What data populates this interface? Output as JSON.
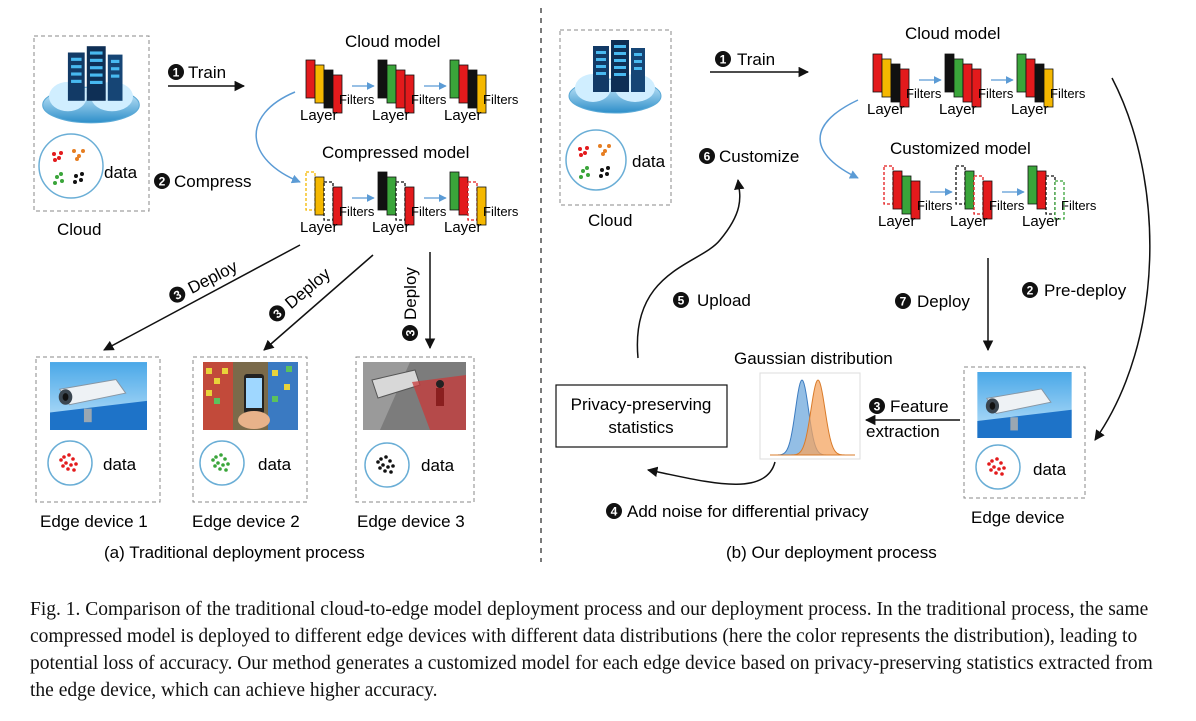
{
  "steps": {
    "train": "Train",
    "compress": "Compress",
    "deploy": "Deploy",
    "customize": "Customize",
    "upload": "Upload",
    "pre_deploy": "Pre-deploy",
    "feature": "Feature",
    "extraction": "extraction",
    "add_noise": "Add noise for differential privacy"
  },
  "numbers": {
    "n1": "1",
    "n2": "2",
    "n3": "3",
    "n4": "4",
    "n5": "5",
    "n6": "6",
    "n7": "7"
  },
  "labels": {
    "cloud": "Cloud",
    "data": "data",
    "cloud_model": "Cloud model",
    "compressed_model": "Compressed model",
    "customized_model": "Customized model",
    "layer": "Layer",
    "filters": "Filters",
    "edge_device_1": "Edge device 1",
    "edge_device_2": "Edge device 2",
    "edge_device_3": "Edge device 3",
    "edge_device": "Edge device",
    "gaussian": "Gaussian distribution",
    "privacy_line1": "Privacy-preserving",
    "privacy_line2": "statistics"
  },
  "subcaptions": {
    "a": "(a) Traditional deployment process",
    "b": "(b) Our deployment process"
  },
  "caption": "Fig. 1.  Comparison of the traditional cloud-to-edge model deployment process and our deployment process. In the traditional process, the same compressed model is deployed to different edge devices with different data distributions (here the color represents the distribution), leading to potential loss of accuracy. Our method generates a customized model for each edge device based on privacy-preserving statistics extracted from the edge device, which can achieve higher accuracy.",
  "colors": {
    "red": "#e31a1c",
    "green": "#3aa53a",
    "yellow": "#f5b800",
    "black": "#111111",
    "arrow_blue": "#5b9bd5",
    "gauss_blue": "#6fa8dc",
    "gauss_orange": "#f4a460"
  }
}
